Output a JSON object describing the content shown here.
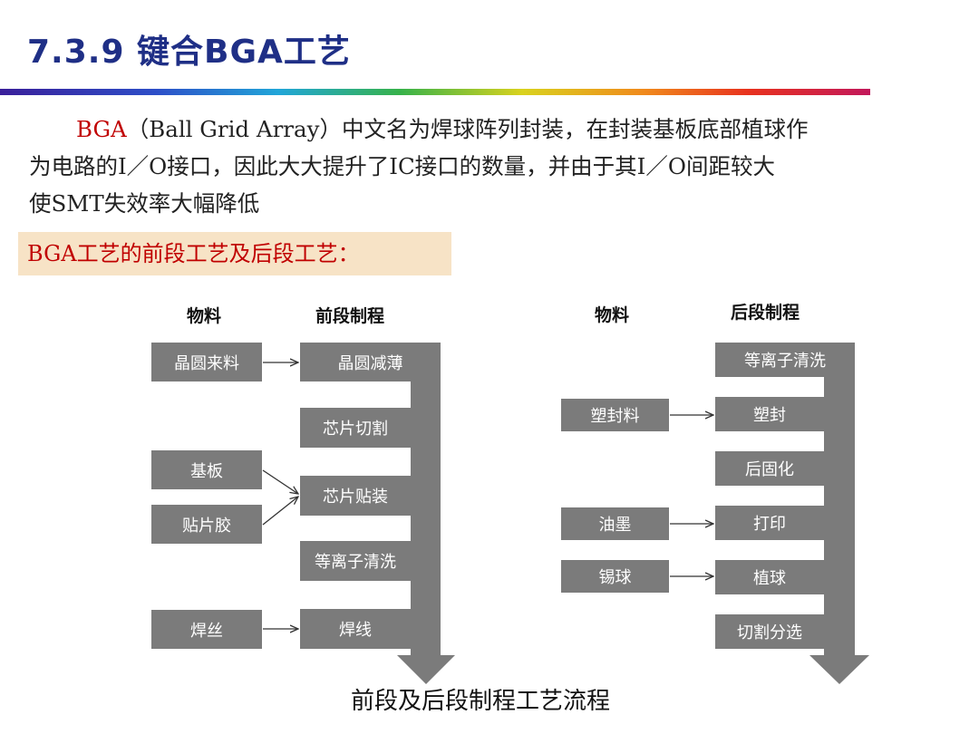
{
  "title": "7.3.9 键合BGA工艺",
  "intro": {
    "bga": "BGA",
    "rest_line1": "（Ball Grid Array）中文名为焊球阵列封装，在封装基板底部植球作",
    "line2": "为电路的I／O接口，因此大大提升了IC接口的数量，并由于其I／O间距较大",
    "line3": "使SMT失效率大幅降低"
  },
  "subheading": "BGA工艺的前段工艺及后段工艺：",
  "front": {
    "materials_header": "物料",
    "process_header": "前段制程",
    "materials": [
      "晶圆来料",
      "基板",
      "贴片胶",
      "焊丝"
    ],
    "steps": [
      "晶圆减薄",
      "芯片切割",
      "芯片贴装",
      "等离子清洗",
      "焊线"
    ]
  },
  "back": {
    "materials_header": "物料",
    "process_header": "后段制程",
    "materials": [
      "塑封料",
      "油墨",
      "锡球"
    ],
    "steps": [
      "等离子清洗",
      "塑封",
      "后固化",
      "打印",
      "植球",
      "切割分选"
    ]
  },
  "caption": "前段及后段制程工艺流程",
  "colors": {
    "title": "#1f2f86",
    "box": "#7b7b7b",
    "highlight_bg": "#f7e3c6",
    "accent_red": "#c00000"
  }
}
